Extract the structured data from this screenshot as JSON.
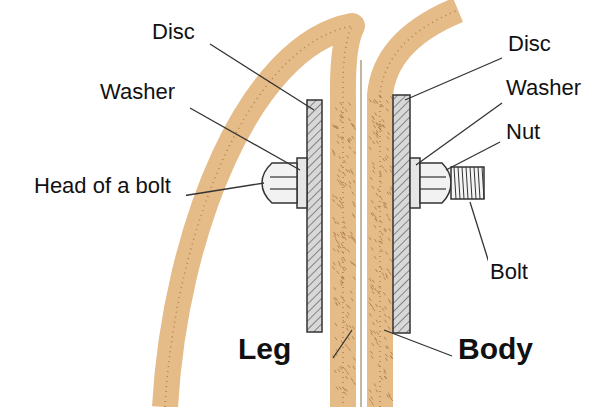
{
  "diagram": {
    "labels": [
      "Disc",
      "Washer",
      "Head of a bolt",
      "Disc",
      "Washer",
      "Nut",
      "Bolt",
      "Leg",
      "Body"
    ]
  }
}
